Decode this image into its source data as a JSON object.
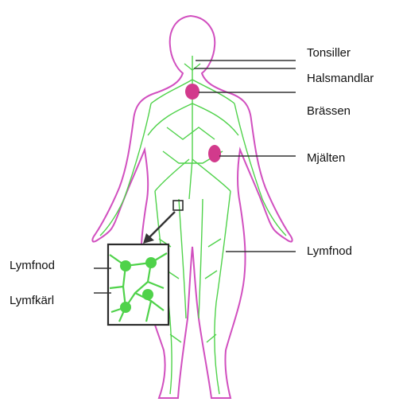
{
  "labels": {
    "tonsiller": "Tonsiller",
    "halsmandlar": "Halsmandlar",
    "brassen": "Brässen",
    "mjalten": "Mjälten",
    "lymfnod_right": "Lymfnod",
    "lymfnod_left": "Lymfnod",
    "lymfkarl": "Lymfkärl"
  },
  "colors": {
    "body_outline": "#d14fbf",
    "lymph": "#4fd24a",
    "organ": "#d23a8c",
    "leader": "#333333",
    "box_outline": "#2b2b2b"
  }
}
